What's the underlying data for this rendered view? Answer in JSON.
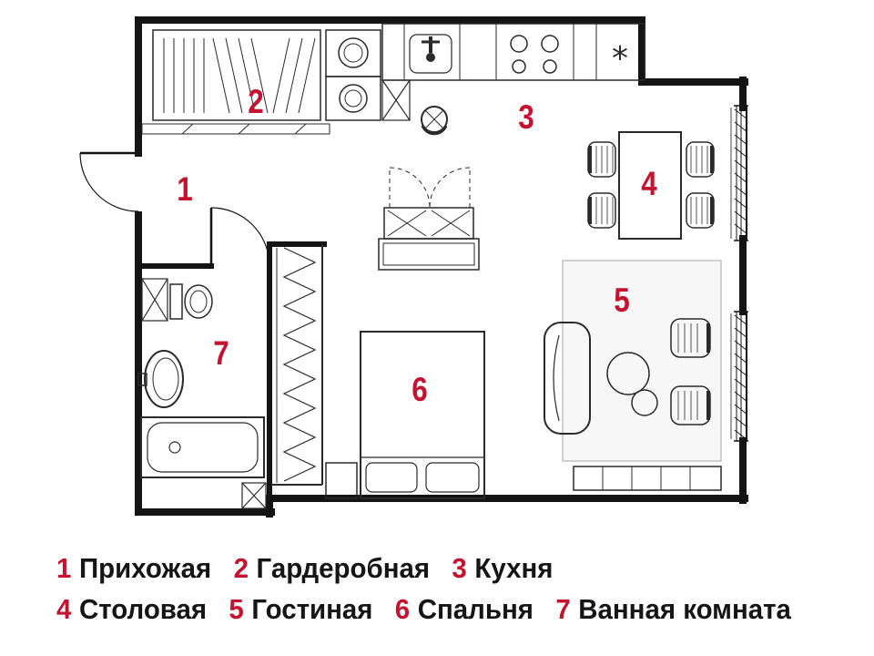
{
  "colors": {
    "accent": "#c3132f",
    "ink": "#151515",
    "wall": "#141414"
  },
  "rooms": [
    {
      "number": "1",
      "name": "Прихожая"
    },
    {
      "number": "2",
      "name": "Гардеробная"
    },
    {
      "number": "3",
      "name": "Кухня"
    },
    {
      "number": "4",
      "name": "Столовая"
    },
    {
      "number": "5",
      "name": "Гостиная"
    },
    {
      "number": "6",
      "name": "Спальня"
    },
    {
      "number": "7",
      "name": "Ванная комната"
    }
  ],
  "plan": {
    "stove_symbol": "*"
  }
}
